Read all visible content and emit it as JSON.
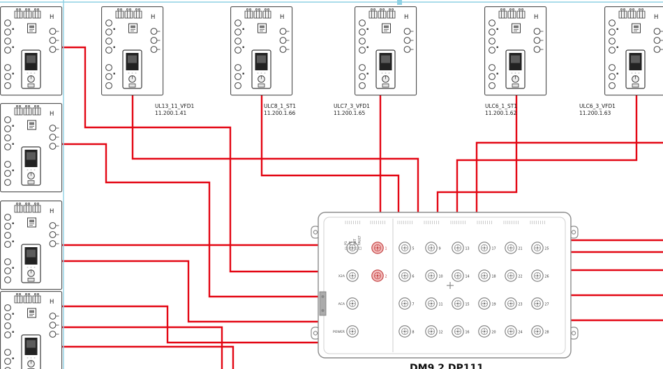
{
  "palette": {
    "wire": "#e30613",
    "selection": "#8ed1e4",
    "ink": "#3a3a3a",
    "box_stroke": "#8c8c8c",
    "highlight_stroke": "#c03a3a",
    "highlight_fill": "#f3bcbc"
  },
  "device_symbol": {
    "corner_label": "H"
  },
  "devices": [
    {
      "name": "UL13_11_VFD1",
      "ip": "11.200.1.41"
    },
    {
      "name": "ULC8_1_ST1",
      "ip": "11.200.1.66"
    },
    {
      "name": "ULC7_3_VFD1",
      "ip": "11.200.1.65"
    },
    {
      "name": "ULC6_1_ST1",
      "ip": "11.200.1.62"
    },
    {
      "name": "ULC6_3_VFD1",
      "ip": "11.200.1.63"
    }
  ],
  "junction_box": {
    "label": "DM9 2 DP111",
    "left_port_labels": [
      "X2A",
      "ACA",
      "POWER"
    ],
    "led_labels": [
      "P1",
      "P2",
      "INIT",
      "FAULT"
    ],
    "aux_port_numbers": [
      "1",
      "2"
    ],
    "grid_port_numbers": [
      "5",
      "6",
      "7",
      "8",
      "9",
      "10",
      "11",
      "12",
      "13",
      "14",
      "15",
      "16",
      "17",
      "18",
      "19",
      "20",
      "21",
      "22",
      "23",
      "24",
      "25",
      "26",
      "27",
      "28"
    ]
  }
}
